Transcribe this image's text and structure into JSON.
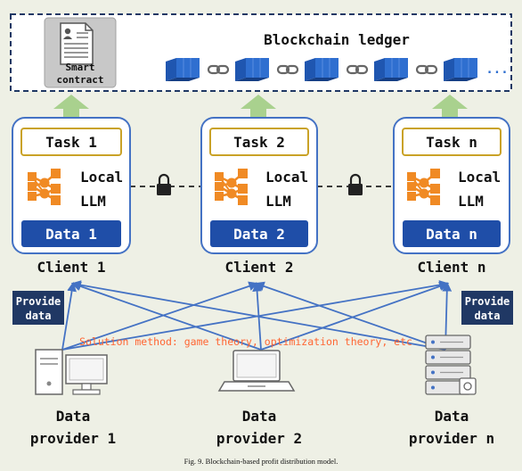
{
  "ledger": {
    "title": "Blockchain ledger",
    "smart_contract": [
      "Smart",
      "contract"
    ],
    "more": "..."
  },
  "clients": [
    {
      "task": "Task 1",
      "llm": [
        "Local",
        "LLM"
      ],
      "data": "Data 1",
      "name": "Client 1"
    },
    {
      "task": "Task 2",
      "llm": [
        "Local",
        "LLM"
      ],
      "data": "Data 2",
      "name": "Client 2"
    },
    {
      "task": "Task n",
      "llm": [
        "Local",
        "LLM"
      ],
      "data": "Data n",
      "name": "Client n"
    }
  ],
  "provide_left": [
    "Provide",
    "data"
  ],
  "provide_right": [
    "Provide",
    "data"
  ],
  "solution_method": "Solution method: game theory, optimization theory, etc",
  "providers": [
    {
      "line1": "Data",
      "line2": "provider 1"
    },
    {
      "line1": "Data",
      "line2": "provider 2"
    },
    {
      "line1": "Data",
      "line2": "provider n"
    }
  ],
  "caption": "Fig. 9.  Blockchain-based profit distribution model.",
  "colors": {
    "background": "#eef0e5",
    "accent_blue": "#4472c4",
    "data_box": "#1f4ea8",
    "task_border": "#c9a227",
    "network_orange": "#f08a24",
    "up_arrow": "#a9d18e",
    "ledger_block": "#2f6fd0",
    "provide_label": "#203864",
    "solution_text": "#ff6633"
  }
}
